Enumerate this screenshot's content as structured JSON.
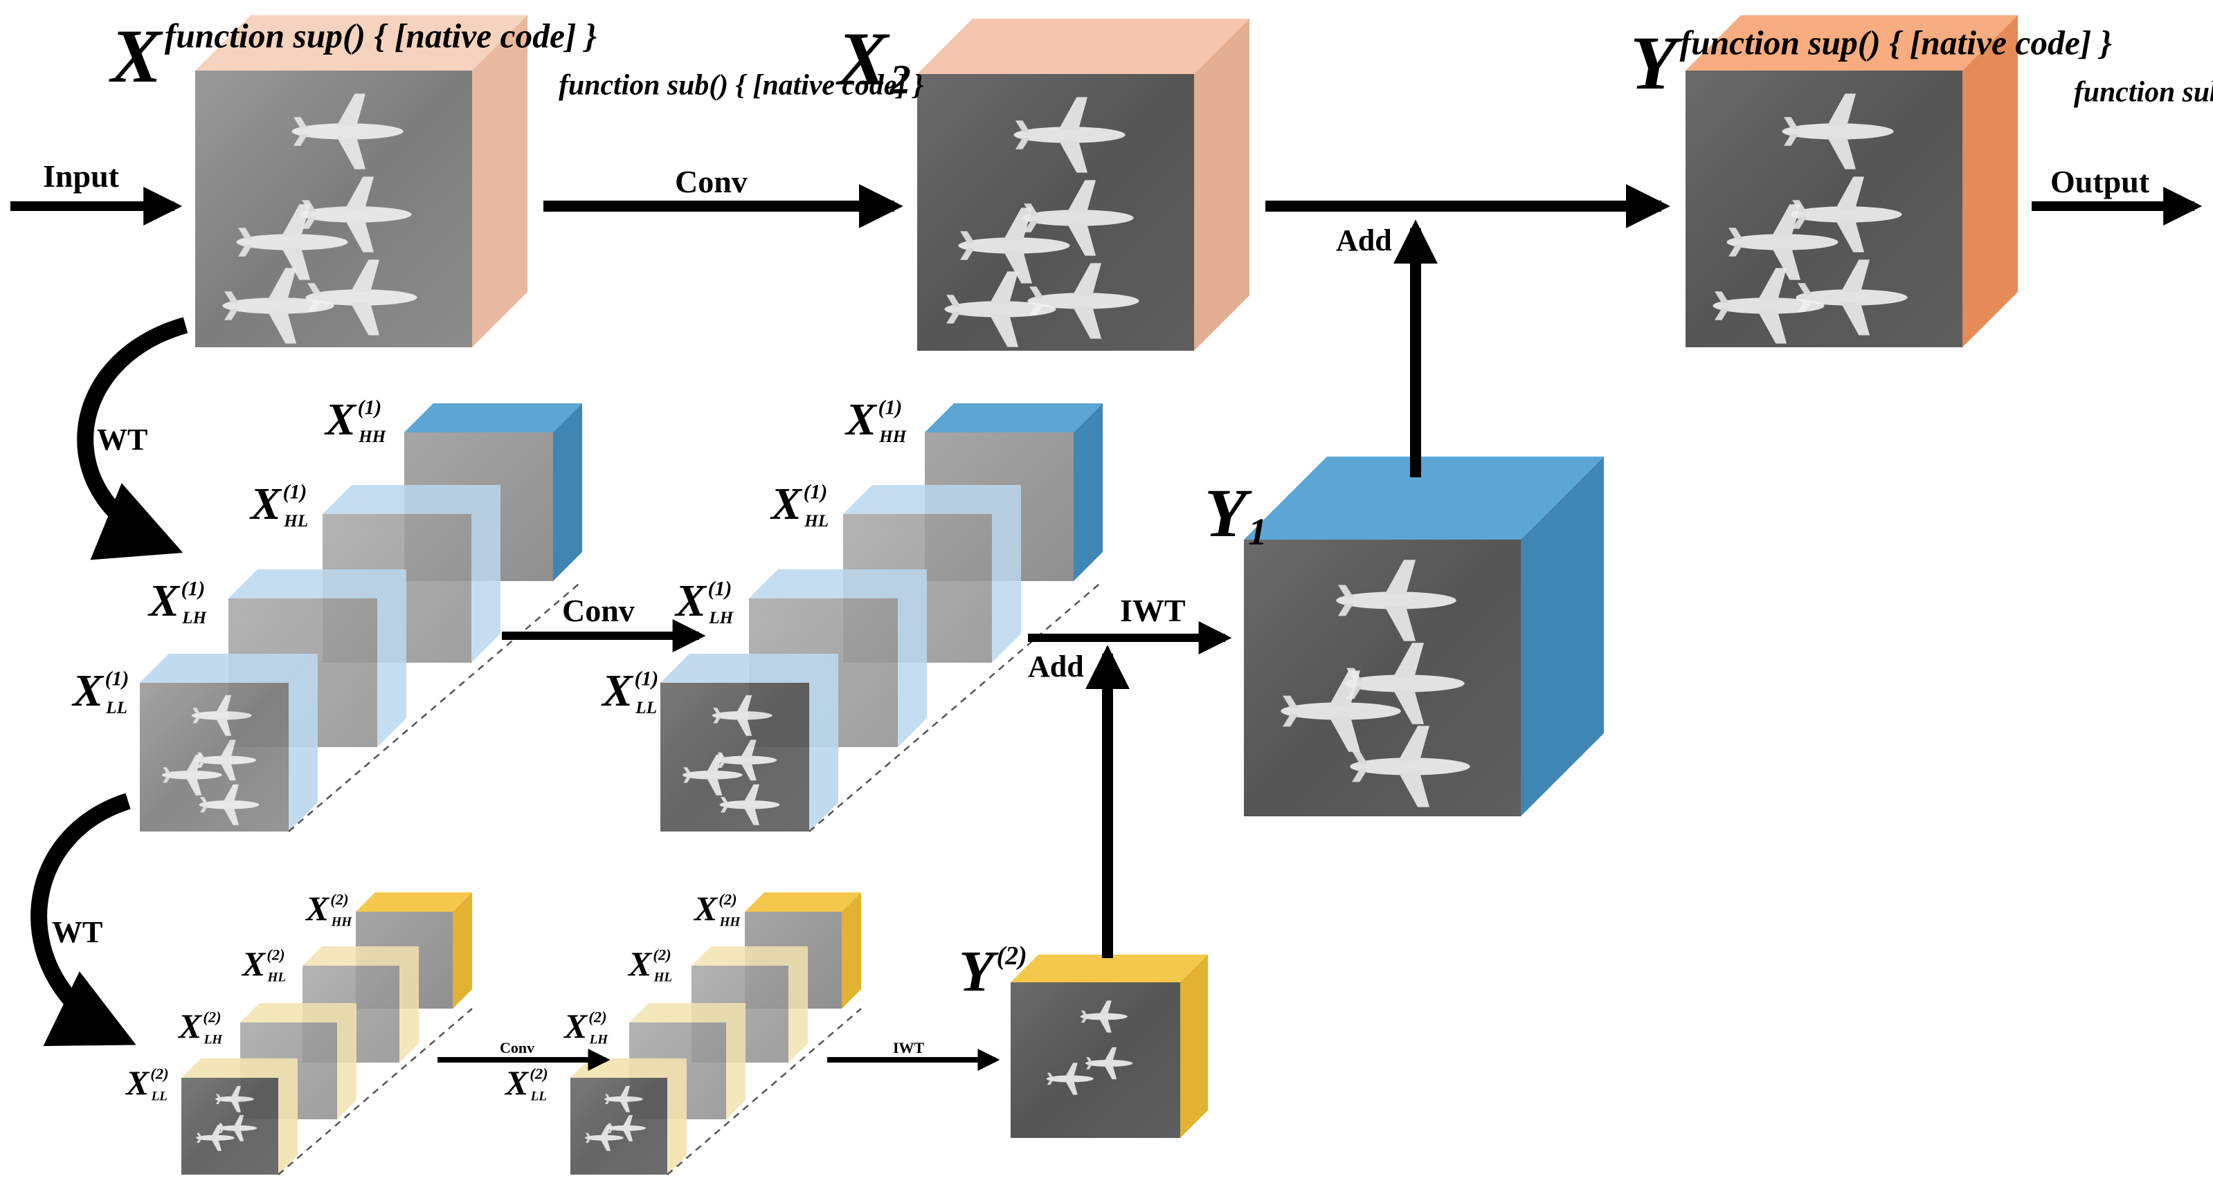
{
  "labels": {
    "input": "Input",
    "output": "Output",
    "conv_top": "Conv",
    "add_top": "Add",
    "wt_1": "WT",
    "wt_2": "WT",
    "conv_l1": "Conv",
    "iwt_l1": "IWT",
    "add_l1": "Add",
    "conv_l2": "Conv",
    "iwt_l2": "IWT"
  },
  "symbols": {
    "X": "X",
    "X2": {
      "base": "X",
      "sub": "2"
    },
    "Y": "Y",
    "Y1": {
      "base": "Y",
      "sub": "1"
    },
    "Y2": {
      "base": "Y",
      "sup": "(2)"
    }
  },
  "subbands_level1": [
    {
      "base": "X",
      "sup": "(1)",
      "sub": "HH"
    },
    {
      "base": "X",
      "sup": "(1)",
      "sub": "HL"
    },
    {
      "base": "X",
      "sup": "(1)",
      "sub": "LH"
    },
    {
      "base": "X",
      "sup": "(1)",
      "sub": "LL"
    }
  ],
  "subbands_level2": [
    {
      "base": "X",
      "sup": "(2)",
      "sub": "HH"
    },
    {
      "base": "X",
      "sup": "(2)",
      "sub": "HL"
    },
    {
      "base": "X",
      "sup": "(2)",
      "sub": "LH"
    },
    {
      "base": "X",
      "sup": "(2)",
      "sub": "LL"
    }
  ],
  "colors": {
    "peach_light": "#f6d3be",
    "peach_side": "#e8b9a0",
    "salmon_top": "#f6c5ad",
    "salmon_side": "#e3ae92",
    "orange_top": "#f8ad80",
    "orange_side": "#e68a57",
    "blue_top": "#5ba6d4",
    "blue_side": "#3f86b4",
    "blue_pale": "#bcd8ee",
    "yellow_top": "#f4c84a",
    "yellow_side": "#e2b232",
    "yellow_pale": "#f3e3b0"
  }
}
